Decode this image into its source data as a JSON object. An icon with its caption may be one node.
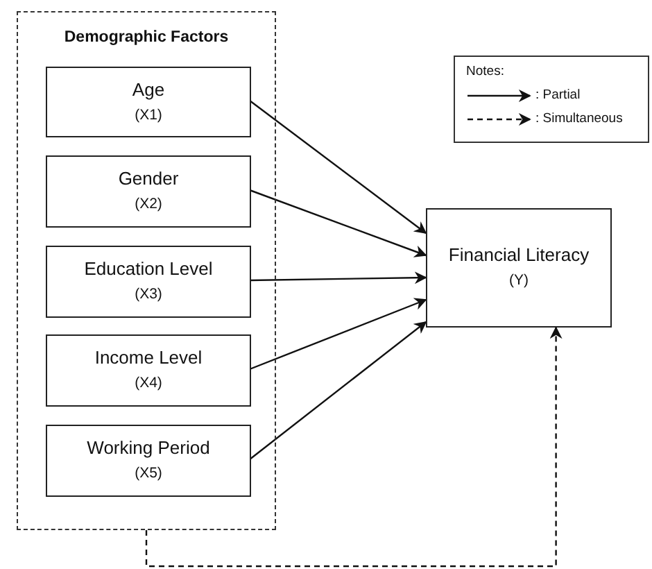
{
  "diagram": {
    "nodes": [
      {
        "text": [
          "Demographic Factors"
        ]
      },
      {
        "text": [
          "Age",
          "(X1)"
        ],
        "in": 0
      },
      {
        "text": [
          "Gender",
          "(X2)"
        ],
        "in": 0
      },
      {
        "text": [
          "Education Level",
          "(X3)"
        ],
        "in": 0
      },
      {
        "text": [
          "Income Level",
          "(X4)"
        ],
        "in": 0
      },
      {
        "text": [
          "Working Period",
          "(X5)"
        ],
        "in": 0
      },
      {
        "text": [
          "Financial Literacy",
          "(Y)"
        ]
      }
    ],
    "edges": [
      {
        "from": 1,
        "to": 6,
        "arrow": "to"
      },
      {
        "from": 2,
        "to": 6,
        "arrow": "to"
      },
      {
        "from": 3,
        "to": 6,
        "arrow": "to"
      },
      {
        "from": 4,
        "to": 6,
        "arrow": "to"
      },
      {
        "from": 5,
        "to": 6,
        "arrow": "to"
      },
      {
        "from": 0,
        "to": 6,
        "arrow": "to",
        "style": "dashed"
      }
    ],
    "labels": [
      "Notes:"
    ],
    "legend": [
      {
        "text": ": Partial"
      },
      {
        "text": ": Simultaneous"
      }
    ]
  }
}
